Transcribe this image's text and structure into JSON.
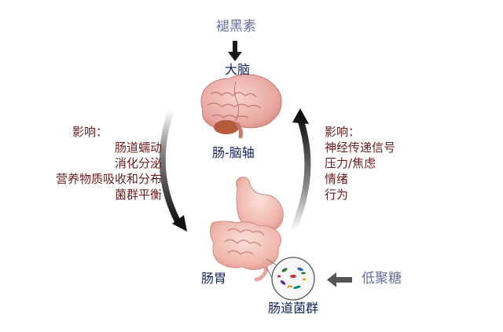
{
  "melatonin": "褪黑素",
  "brain": "大脑",
  "axis": "肠-脑轴",
  "gut": "肠胃",
  "microbiota": "肠道菌群",
  "oligosaccharide": "低聚糖",
  "left_effects": {
    "title": "影响：",
    "items": [
      "肠道蠕动",
      "消化分泌",
      "营养物质吸收和分布",
      "菌群平衡"
    ]
  },
  "right_effects": {
    "title": "影响：",
    "items": [
      "神经传递信号",
      "压力/焦虑",
      "情绪",
      "行为"
    ]
  },
  "colors": {
    "label_purple": "#6a6aa3",
    "label_navy": "#16235c",
    "effects_maroon": "#6b1c1c",
    "arrow_dark": "#1a1a1a",
    "arrow_gray": "#555555",
    "organ_pink": "#e8a7a0"
  }
}
